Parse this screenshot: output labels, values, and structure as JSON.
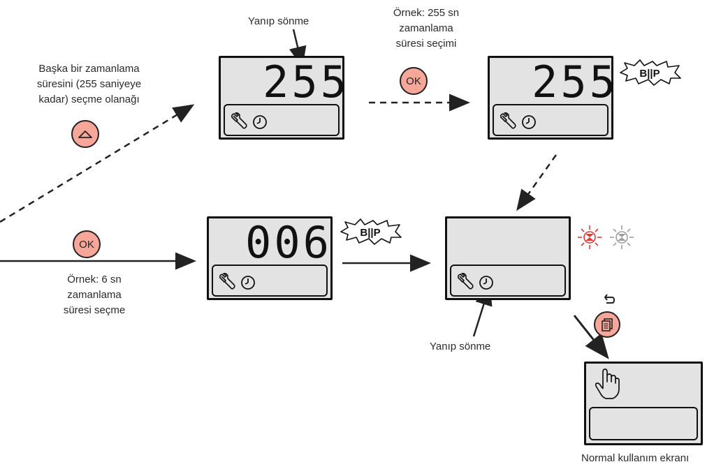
{
  "labels": {
    "blink_top": "Yanıp sönme",
    "example_255_line1": "Örnek: 255 sn",
    "example_255_line2": "zamanlama",
    "example_255_line3": "süresi seçimi",
    "choose_other_line1": "Başka bir zamanlama",
    "choose_other_line2": "süresini (255 saniyeye",
    "choose_other_line3": "kadar) seçme olanağı",
    "example_6_line1": "Örnek: 6 sn",
    "example_6_line2": "zamanlama",
    "example_6_line3": "süresi seçme",
    "blink_bottom": "Yanıp sönme",
    "normal_screen": "Normal kullanım ekranı"
  },
  "displays": {
    "top_left_value": "255",
    "top_right_value": "255",
    "middle_value": "006"
  },
  "buttons": {
    "ok_label": "OK",
    "ok_label_2": "OK"
  },
  "beep_text": "B||P",
  "colors": {
    "button_fill": "#f6a79a",
    "screen_fill": "#e3e3e3",
    "led_red": "#e53935",
    "led_grey": "#9e9e9e"
  }
}
